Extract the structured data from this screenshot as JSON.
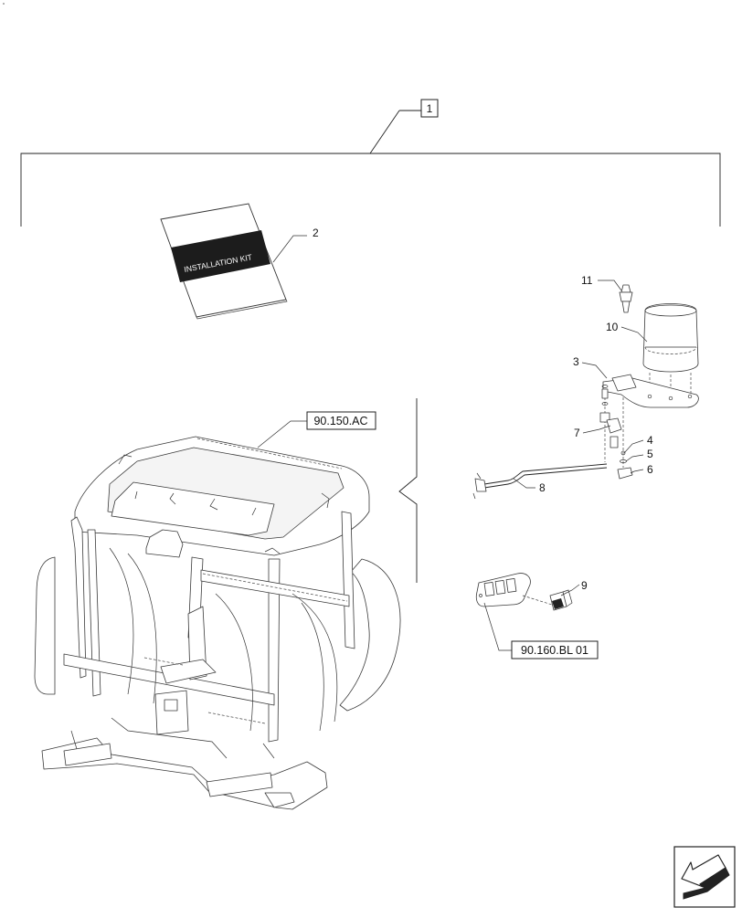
{
  "callouts": {
    "c1": "1",
    "c2": "2",
    "c3": "3",
    "c4": "4",
    "c5": "5",
    "c6": "6",
    "c7": "7",
    "c8": "8",
    "c9": "9",
    "c10": "10",
    "c11": "11"
  },
  "references": {
    "cab_ref": "90.150.AC",
    "panel_ref": "90.160.BL 01"
  },
  "booklet": {
    "label": "INSTALLATION KIT"
  },
  "icons": {
    "nav_arrow": "arrow-back-icon"
  }
}
